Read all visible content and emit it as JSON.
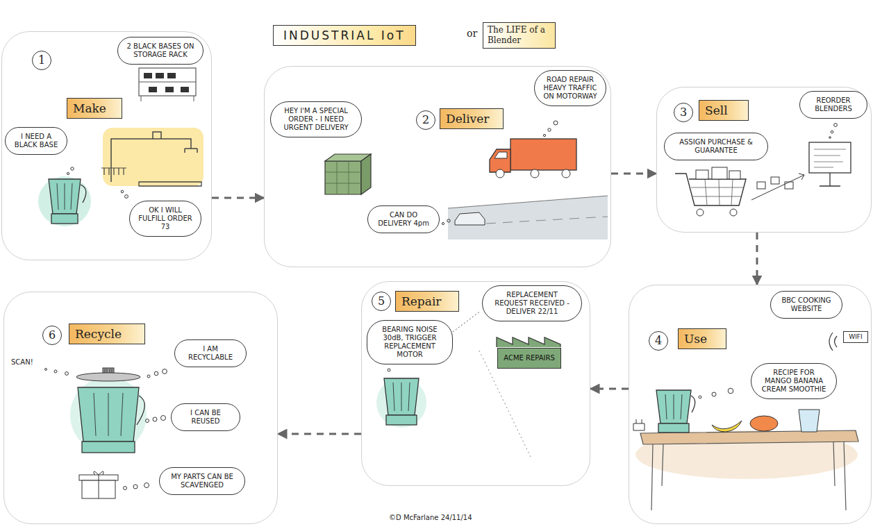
{
  "diagram": {
    "title": "INDUSTRIAL IoT",
    "nodes": [
      {
        "text": [
          "1"
        ]
      },
      {
        "text": [
          "Make"
        ],
        "in": 0
      },
      {
        "text": [
          "I NEED A BLACK BASE"
        ],
        "in": 0
      },
      {
        "text": [
          "2 BLACK BASES ON STORAGE RACK"
        ],
        "in": 0
      },
      {
        "text": [
          "OK I WILL FULFILL ORDER 73"
        ],
        "in": 0
      },
      {
        "text": [
          "2"
        ]
      },
      {
        "text": [
          "HEY I'M A SPECIAL ORDER - I NEED URGENT DELIVERY"
        ],
        "in": 5
      },
      {
        "text": [
          "Deliver"
        ],
        "in": 5
      },
      {
        "text": [
          "ROAD REPAIR HEAVY TRAFFIC ON MOTORWAY"
        ],
        "in": 5
      },
      {
        "text": [
          "CAN DO DELIVERY 4pm"
        ],
        "in": 5
      },
      {
        "text": [
          "3"
        ]
      },
      {
        "text": [
          "Sell"
        ],
        "in": 10
      },
      {
        "text": [
          "ASSIGN PURCHASE & GUARANTEE"
        ],
        "in": 10
      },
      {
        "text": [
          "REORDER BLENDERS"
        ],
        "in": 10
      },
      {
        "text": [
          "4"
        ]
      },
      {
        "text": [
          "Use"
        ],
        "in": 14
      },
      {
        "text": [
          "BBC COOKING WEBSITE"
        ],
        "in": 14
      },
      {
        "text": [
          "WIFI"
        ],
        "in": 14
      },
      {
        "text": [
          "RECIPE FOR MANGO BANANA CREAM SMOOTHIE"
        ],
        "in": 14
      },
      {
        "text": [
          "5"
        ]
      },
      {
        "text": [
          "Repair"
        ],
        "in": 19
      },
      {
        "text": [
          "BEARING NOISE 30dB, TRIGGER REPLACEMENT MOTOR"
        ],
        "in": 19
      },
      {
        "text": [
          "REPLACEMENT REQUEST RECEIVED - DELIVER 22/11"
        ],
        "in": 19
      },
      {
        "text": [
          "ACME REPAIRS"
        ],
        "in": 19
      },
      {
        "text": [
          "6"
        ]
      },
      {
        "text": [
          "Recycle"
        ],
        "in": 24
      },
      {
        "text": [
          "I AM RECYCLABLE"
        ],
        "in": 24
      },
      {
        "text": [
          "I CAN BE REUSED"
        ],
        "in": 24
      },
      {
        "text": [
          "MY PARTS CAN BE SCAVENGED"
        ],
        "in": 24
      }
    ],
    "edges": [
      {
        "from": 0,
        "to": 5,
        "arrow": "to"
      },
      {
        "from": 5,
        "to": 10,
        "arrow": "to"
      },
      {
        "from": 10,
        "to": 14,
        "arrow": "to"
      },
      {
        "from": 14,
        "to": 19,
        "arrow": "to"
      },
      {
        "from": 19,
        "to": 24,
        "arrow": "to"
      }
    ],
    "labels": [
      "or",
      "The LIFE of a Blender",
      "SCAN!",
      "©D McFarlane 24/11/14"
    ]
  }
}
